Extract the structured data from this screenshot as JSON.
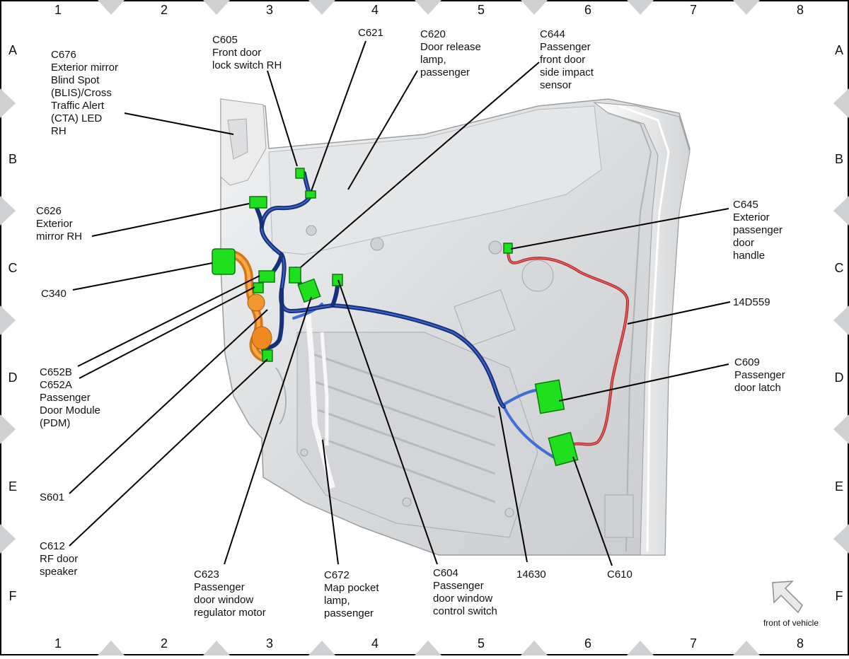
{
  "grid": {
    "columns": [
      "1",
      "2",
      "3",
      "4",
      "5",
      "6",
      "7",
      "8"
    ],
    "rows": [
      "A",
      "B",
      "C",
      "D",
      "E",
      "F"
    ]
  },
  "callouts": {
    "c676": [
      "C676",
      "Exterior mirror",
      "Blind Spot",
      "(BLIS)/Cross",
      "Traffic Alert",
      "(CTA) LED",
      "RH"
    ],
    "c605": [
      "C605",
      "Front door",
      "lock switch RH"
    ],
    "c621": [
      "C621"
    ],
    "c620": [
      "C620",
      "Door release",
      "lamp,",
      "passenger"
    ],
    "c644": [
      "C644",
      "Passenger",
      "front door",
      "side impact",
      "sensor"
    ],
    "c626": [
      "C626",
      "Exterior",
      "mirror RH"
    ],
    "c645": [
      "C645",
      "Exterior",
      "passenger",
      "door",
      "handle"
    ],
    "c340": [
      "C340"
    ],
    "w14d559": [
      "14D559"
    ],
    "c652": [
      "C652B",
      "C652A",
      "Passenger",
      "Door Module",
      "(PDM)"
    ],
    "c609": [
      "C609",
      "Passenger",
      "door latch"
    ],
    "s601": [
      "S601"
    ],
    "c612": [
      "C612",
      "RF door",
      "speaker"
    ],
    "c623": [
      "C623",
      "Passenger",
      "door window",
      "regulator motor"
    ],
    "c672": [
      "C672",
      "Map pocket",
      "lamp,",
      "passenger"
    ],
    "c604": [
      "C604",
      "Passenger",
      "door window",
      "control switch"
    ],
    "w14630": [
      "14630"
    ],
    "c610": [
      "C610"
    ]
  },
  "orientation_label": "front of vehicle"
}
